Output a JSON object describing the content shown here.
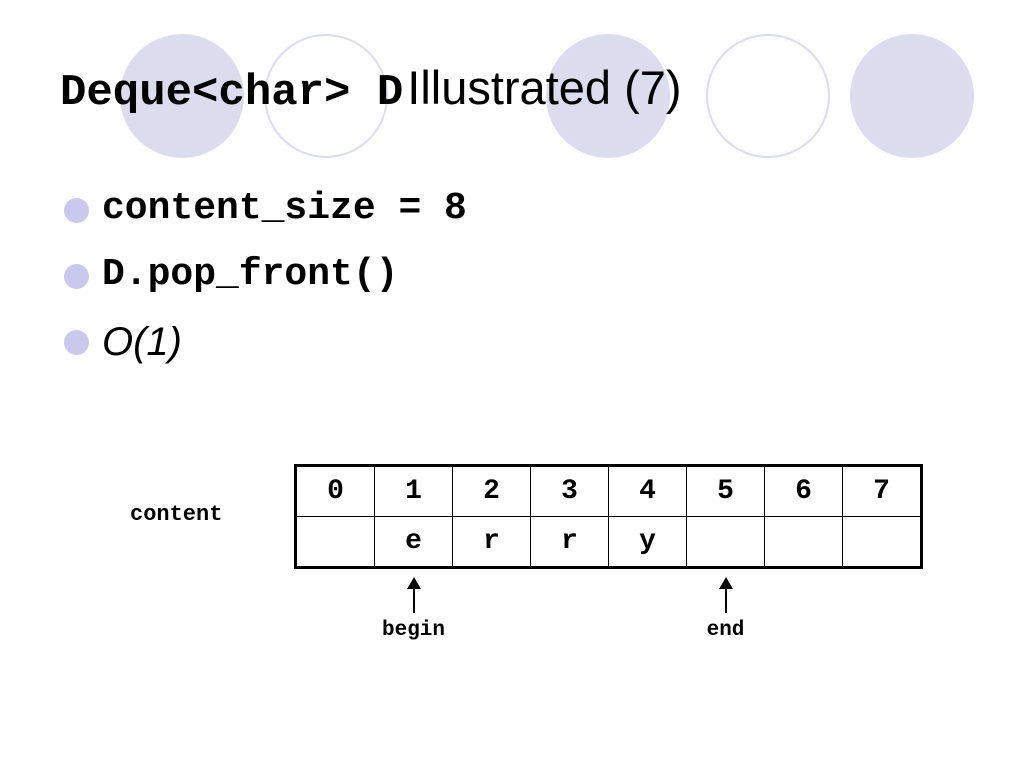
{
  "title": {
    "code": "Deque<char> D",
    "rest": "Illustrated (7)"
  },
  "bullets": [
    {
      "text": "content_size = 8",
      "style": "mono"
    },
    {
      "text": "D.pop_front()",
      "style": "mono"
    },
    {
      "text": "O(1)",
      "style": "italic"
    }
  ],
  "array": {
    "label": "content",
    "indices": [
      "0",
      "1",
      "2",
      "3",
      "4",
      "5",
      "6",
      "7"
    ],
    "values": [
      "",
      "e",
      "r",
      "r",
      "y",
      "",
      "",
      ""
    ]
  },
  "pointers": {
    "begin": {
      "label": "begin",
      "index": 1
    },
    "end": {
      "label": "end",
      "index": 5
    }
  },
  "colors": {
    "decor_circle": "#dcdcef",
    "bullet_dot": "#c9c9ee"
  }
}
